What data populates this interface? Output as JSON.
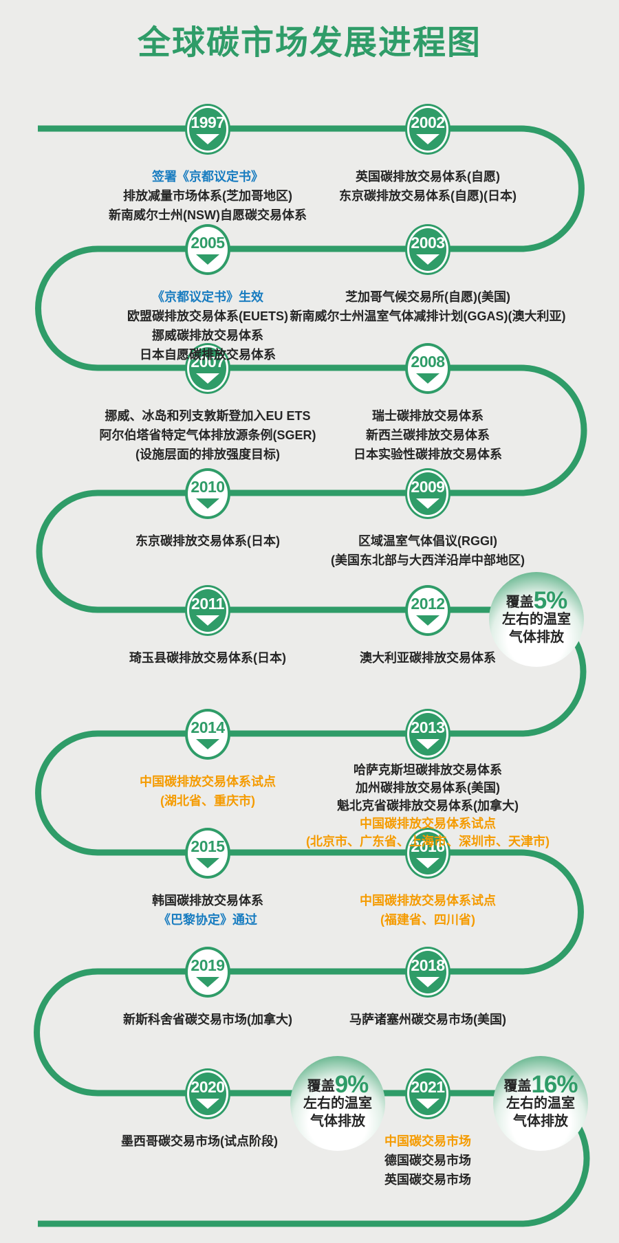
{
  "title": "全球碳市场发展进程图",
  "colors": {
    "green": "#2F9C68",
    "blue": "#187CC0",
    "orange": "#F59B00",
    "dark": "#252525",
    "background": "#ECECEA"
  },
  "timeline": [
    {
      "year": "1997",
      "row": 0,
      "side": "left",
      "badge": "green",
      "lines": [
        {
          "text": "签署《京都议定书》",
          "color": "blue"
        },
        {
          "text": "排放减量市场体系(芝加哥地区)",
          "color": "dark"
        },
        {
          "text": "新南威尔士州(NSW)自愿碳交易体系",
          "color": "dark"
        }
      ]
    },
    {
      "year": "2002",
      "row": 0,
      "side": "right",
      "badge": "green",
      "lines": [
        {
          "text": "英国碳排放交易体系(自愿)",
          "color": "dark"
        },
        {
          "text": "东京碳排放交易体系(自愿)(日本)",
          "color": "dark"
        }
      ]
    },
    {
      "year": "2003",
      "row": 1,
      "side": "right",
      "badge": "green",
      "lines": [
        {
          "text": "芝加哥气候交易所(自愿)(美国)",
          "color": "dark"
        },
        {
          "text": "新南威尔士州温室气体减排计划(GGAS)(澳大利亚)",
          "color": "dark"
        }
      ]
    },
    {
      "year": "2005",
      "row": 1,
      "side": "left",
      "badge": "white",
      "lines": [
        {
          "text": "《京都议定书》生效",
          "color": "blue"
        },
        {
          "text": "欧盟碳排放交易体系(EUETS)",
          "color": "dark"
        },
        {
          "text": "挪威碳排放交易体系",
          "color": "dark"
        },
        {
          "text": "日本自愿碳排放交易体系",
          "color": "dark"
        }
      ]
    },
    {
      "year": "2007",
      "row": 2,
      "side": "left",
      "badge": "green",
      "lines": [
        {
          "text": "挪威、冰岛和列支敦斯登加入EU ETS",
          "color": "dark"
        },
        {
          "text": "阿尔伯塔省特定气体排放源条例(SGER)",
          "color": "dark"
        },
        {
          "text": "(设施层面的排放强度目标)",
          "color": "dark"
        }
      ]
    },
    {
      "year": "2008",
      "row": 2,
      "side": "right",
      "badge": "white",
      "lines": [
        {
          "text": "瑞士碳排放交易体系",
          "color": "dark"
        },
        {
          "text": "新西兰碳排放交易体系",
          "color": "dark"
        },
        {
          "text": "日本实验性碳排放交易体系",
          "color": "dark"
        }
      ]
    },
    {
      "year": "2009",
      "row": 3,
      "side": "right",
      "badge": "green",
      "lines": [
        {
          "text": "区域温室气体倡议(RGGI)",
          "color": "dark"
        },
        {
          "text": "(美国东北部与大西洋沿岸中部地区)",
          "color": "dark"
        }
      ]
    },
    {
      "year": "2010",
      "row": 3,
      "side": "left",
      "badge": "white",
      "lines": [
        {
          "text": "东京碳排放交易体系(日本)",
          "color": "dark"
        }
      ]
    },
    {
      "year": "2011",
      "row": 4,
      "side": "left",
      "badge": "green",
      "lines": [
        {
          "text": "琦玉县碳排放交易体系(日本)",
          "color": "dark"
        }
      ]
    },
    {
      "year": "2012",
      "row": 4,
      "side": "right",
      "badge": "white",
      "lines": [
        {
          "text": "澳大利亚碳排放交易体系",
          "color": "dark"
        }
      ]
    },
    {
      "year": "2013",
      "row": 5,
      "side": "right",
      "badge": "green",
      "lines": [
        {
          "text": "哈萨克斯坦碳排放交易体系",
          "color": "dark"
        },
        {
          "text": "加州碳排放交易体系(美国)",
          "color": "dark"
        },
        {
          "text": "魁北克省碳排放交易体系(加拿大)",
          "color": "dark"
        },
        {
          "text": "中国碳排放交易体系试点",
          "color": "orange"
        },
        {
          "text": "(北京市、广东省、上海市、深圳市、天津市)",
          "color": "orange"
        }
      ]
    },
    {
      "year": "2014",
      "row": 5,
      "side": "left",
      "badge": "white",
      "lines": [
        {
          "text": "中国碳排放交易体系试点",
          "color": "orange"
        },
        {
          "text": "(湖北省、重庆市)",
          "color": "orange"
        }
      ]
    },
    {
      "year": "2015",
      "row": 6,
      "side": "left",
      "badge": "white",
      "lines": [
        {
          "text": "韩国碳排放交易体系",
          "color": "dark"
        },
        {
          "text": "《巴黎协定》通过",
          "color": "blue"
        }
      ]
    },
    {
      "year": "2016",
      "row": 6,
      "side": "right",
      "badge": "green",
      "lines": [
        {
          "text": "中国碳排放交易体系试点",
          "color": "orange"
        },
        {
          "text": "(福建省、四川省)",
          "color": "orange"
        }
      ]
    },
    {
      "year": "2018",
      "row": 7,
      "side": "right",
      "badge": "green",
      "lines": [
        {
          "text": "马萨诸塞州碳交易市场(美国)",
          "color": "dark"
        }
      ]
    },
    {
      "year": "2019",
      "row": 7,
      "side": "left",
      "badge": "white",
      "lines": [
        {
          "text": "新斯科舍省碳交易市场(加拿大)",
          "color": "dark"
        }
      ]
    },
    {
      "year": "2020",
      "row": 8,
      "side": "left",
      "badge": "green",
      "lines": [
        {
          "text": "墨西哥碳交易市场(试点阶段)",
          "color": "dark"
        }
      ]
    },
    {
      "year": "2021",
      "row": 8,
      "side": "right",
      "badge": "green",
      "lines": [
        {
          "text": "中国碳交易市场",
          "color": "orange"
        },
        {
          "text": "德国碳交易市场",
          "color": "dark"
        },
        {
          "text": "英国碳交易市场",
          "color": "dark"
        }
      ]
    }
  ],
  "circles": [
    {
      "prefix": "覆盖",
      "value": "5%",
      "lines": [
        "左右的温室",
        "气体排放"
      ],
      "attached_year": "2012"
    },
    {
      "prefix": "覆盖",
      "value": "9%",
      "lines": [
        "左右的温室",
        "气体排放"
      ],
      "attached_year": "2020"
    },
    {
      "prefix": "覆盖",
      "value": "16%",
      "lines": [
        "左右的温室",
        "气体排放"
      ],
      "attached_year": "2021"
    }
  ]
}
